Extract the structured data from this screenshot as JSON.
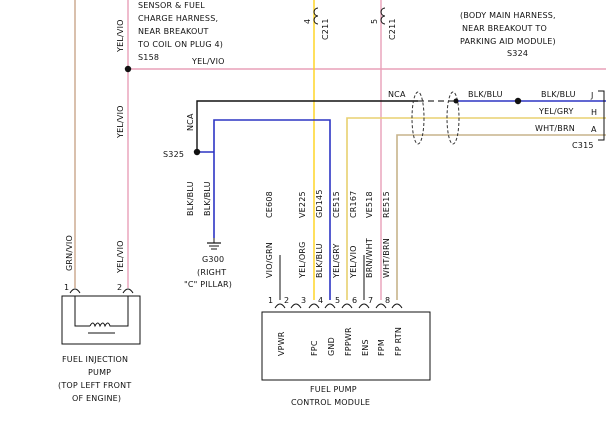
{
  "colors": {
    "YEL_VIO": "#e8a0b8",
    "BLK_BLU": "#2d35c4",
    "YEL_GRY": "#e8d070",
    "WHT_BRN": "#c7b48b",
    "YEL_ORG": "#ffd21a",
    "BLK": "#111111",
    "GRN_VIO": "#c9a58a"
  },
  "top_left_note": [
    "SENSOR & FUEL",
    "CHARGE HARNESS,",
    "NEAR BREAKOUT",
    "TO COIL ON PLUG 4)"
  ],
  "top_right_note": [
    "(BODY MAIN HARNESS,",
    "NEAR BREAKOUT TO",
    "PARKING AID MODULE)"
  ],
  "splices": {
    "s158": "S158",
    "s324": "S324",
    "s325": "S325"
  },
  "top_connectors": [
    {
      "pin": "4",
      "conn": "C211"
    },
    {
      "pin": "5",
      "conn": "C211"
    }
  ],
  "wire_labels": {
    "yel_vio_top": "YEL/VIO",
    "yel_vio_vert1": "YEL/VIO",
    "yel_vio_vert2": "YEL/VIO",
    "grn_vio": "GRN/VIO",
    "nca_top": "NCA",
    "nca_left": "NCA",
    "blk_blu_mid": "BLK/BLU",
    "blk_blu_right": "BLK/BLU",
    "yel_gry_right": "YEL/GRY",
    "wht_brn_right": "WHT/BRN",
    "blk_blu_v1": "BLK/BLU",
    "blk_blu_v2": "BLK/BLU"
  },
  "right_connector": {
    "name": "C315",
    "pins": [
      "J",
      "H",
      "A"
    ]
  },
  "ground": {
    "id": "G300",
    "desc": [
      "(RIGHT",
      "\"C\" PILLAR)"
    ]
  },
  "fuel_injection_pump": {
    "pins": [
      "1",
      "2"
    ],
    "label": [
      "FUEL INJECTION",
      "PUMP",
      "(TOP LEFT FRONT",
      "OF ENGINE)"
    ]
  },
  "fpcm": {
    "label": [
      "FUEL PUMP",
      "CONTROL MODULE"
    ],
    "circuits": [
      {
        "pin": "1",
        "circuit": "CE608",
        "color": "VIO/GRN",
        "func": "VPWR"
      },
      {
        "pin": "2",
        "circuit": "",
        "color": "",
        "func": ""
      },
      {
        "pin": "3",
        "circuit": "VE225",
        "color": "YEL/ORG",
        "func": "FPC"
      },
      {
        "pin": "4",
        "circuit": "GD145",
        "color": "BLK/BLU",
        "func": "GND"
      },
      {
        "pin": "5",
        "circuit": "CE515",
        "color": "YEL/GRY",
        "func": "FPPWR"
      },
      {
        "pin": "6",
        "circuit": "CR167",
        "color": "YEL/VIO",
        "func": "ENS"
      },
      {
        "pin": "7",
        "circuit": "VE518",
        "color": "BRN/WHT",
        "func": "FPM"
      },
      {
        "pin": "8",
        "circuit": "RE515",
        "color": "WHT/BRN",
        "func": "FP RTN"
      }
    ]
  }
}
